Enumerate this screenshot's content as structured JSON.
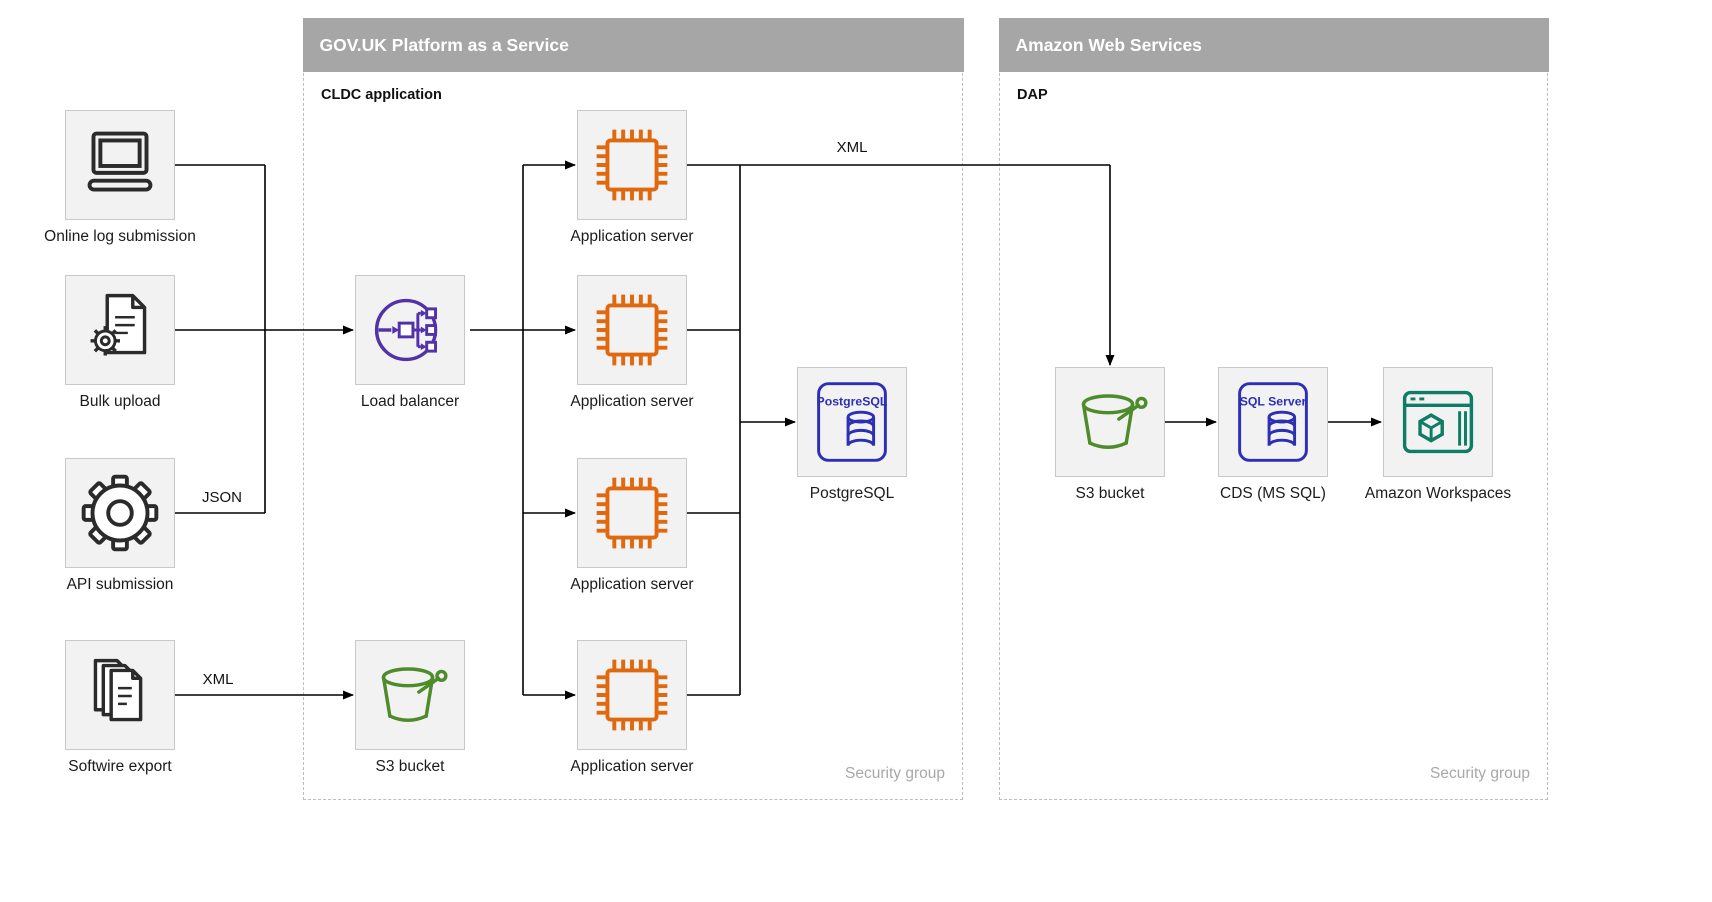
{
  "containers": {
    "paas": {
      "title": "GOV.UK Platform as a Service",
      "sublabel": "CLDC application",
      "security_label": "Security group"
    },
    "aws": {
      "title": "Amazon Web Services",
      "sublabel": "DAP",
      "security_label": "Security group"
    }
  },
  "nodes": {
    "online_log_submission": {
      "label": "Online log submission"
    },
    "bulk_upload": {
      "label": "Bulk upload"
    },
    "api_submission": {
      "label": "API submission"
    },
    "softwire_export": {
      "label": "Softwire export"
    },
    "load_balancer": {
      "label": "Load balancer"
    },
    "app_server": {
      "label": "Application server"
    },
    "postgresql": {
      "label": "PostgreSQL"
    },
    "s3_paas": {
      "label": "S3 bucket"
    },
    "s3_aws": {
      "label": "S3 bucket"
    },
    "cds": {
      "label": "CDS (MS SQL)"
    },
    "workspaces": {
      "label": "Amazon Workspaces"
    }
  },
  "icon_text": {
    "postgresql": "PostgreSQL",
    "sql_server": "SQL Server"
  },
  "edge_labels": {
    "json": "JSON",
    "xml_export": "XML",
    "xml_feed": "XML"
  },
  "colors": {
    "purple": "#5232a8",
    "orange": "#e0690f",
    "blue": "#2d2fb5",
    "green": "#4e8b2b",
    "teal": "#0e7d64",
    "header-bg": "#a6a6a6",
    "box-bg": "#f2f2f2",
    "box-border": "#c9c9c9",
    "dashed-border": "#bdbdbd",
    "security-text": "#a8a8a8",
    "line": "#000000"
  }
}
